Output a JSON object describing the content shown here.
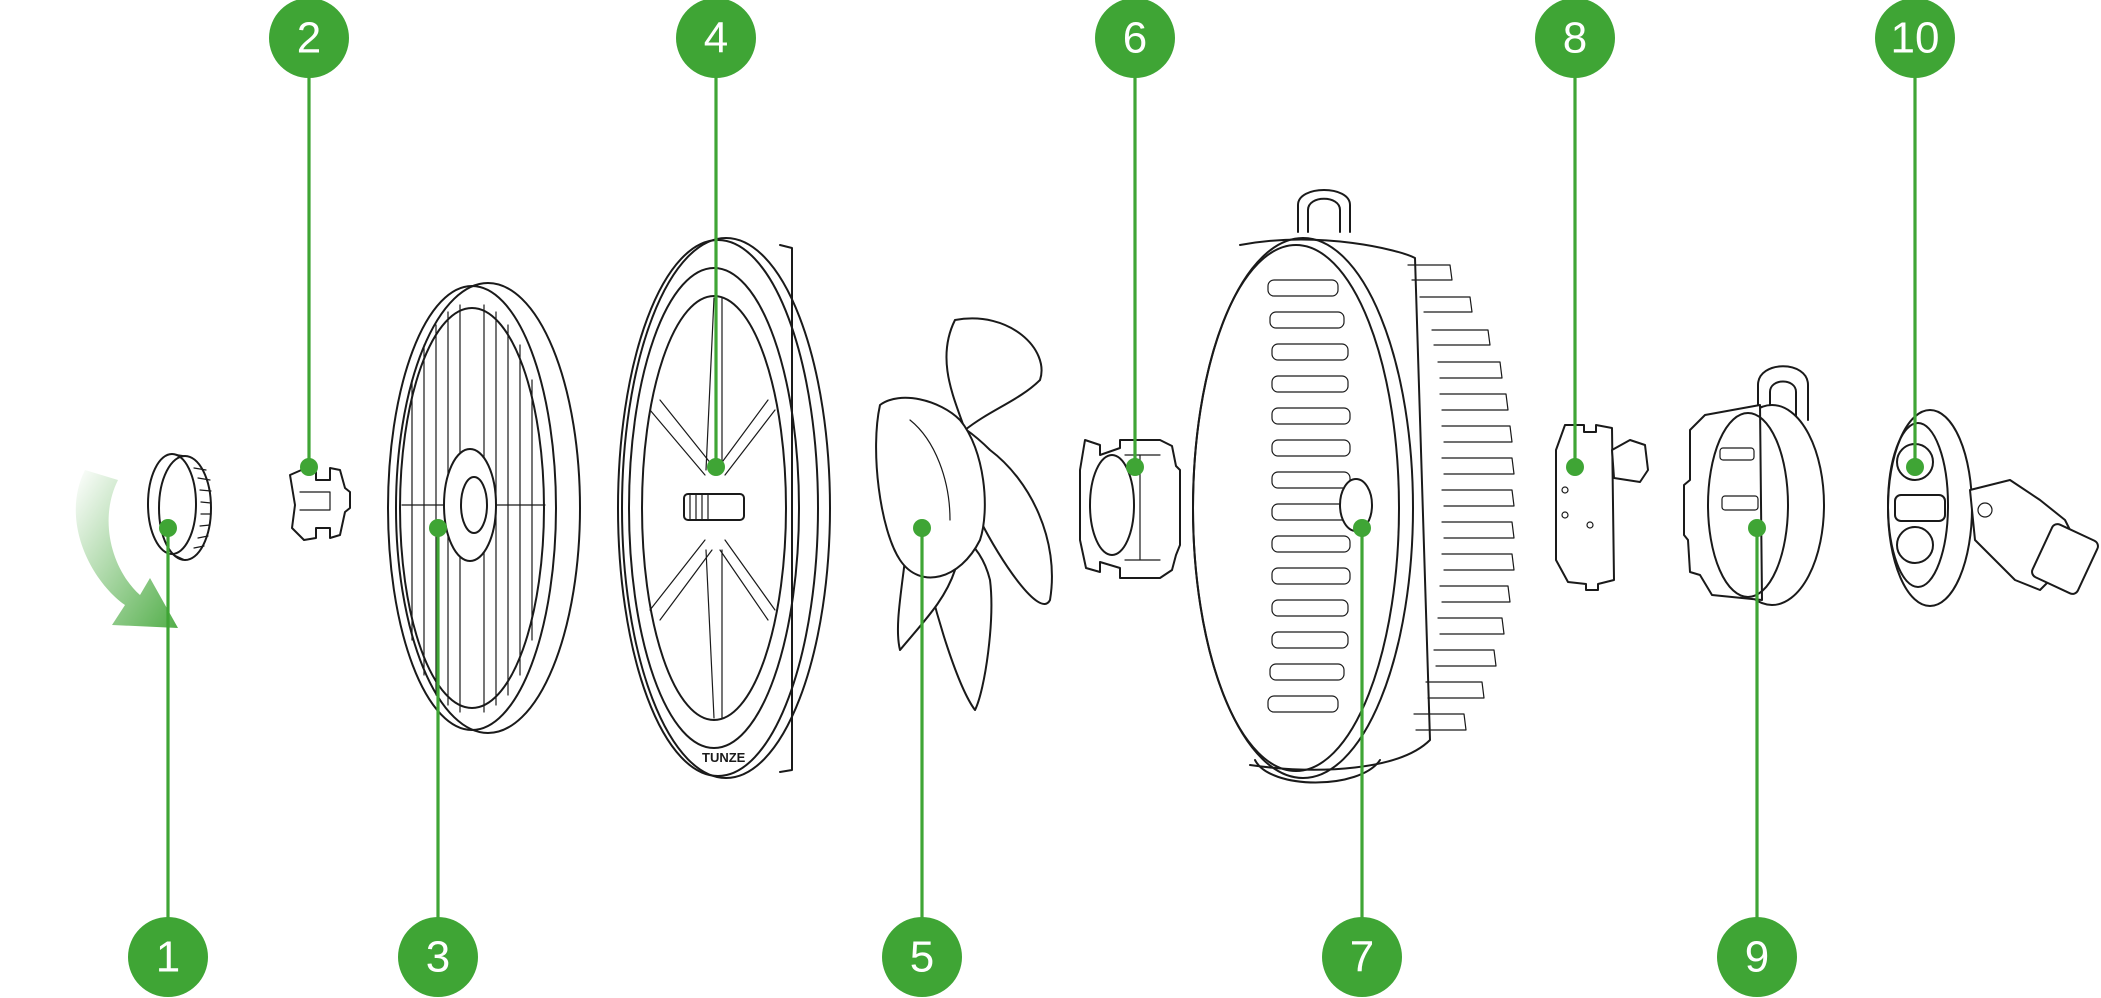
{
  "colors": {
    "accent": "#3fa535",
    "line": "#1a1a1a",
    "background": "#ffffff"
  },
  "brand_mark": "TUNZE",
  "callouts": [
    {
      "num": "1"
    },
    {
      "num": "2"
    },
    {
      "num": "3"
    },
    {
      "num": "4"
    },
    {
      "num": "5"
    },
    {
      "num": "6"
    },
    {
      "num": "7"
    },
    {
      "num": "8"
    },
    {
      "num": "9"
    },
    {
      "num": "10"
    }
  ]
}
